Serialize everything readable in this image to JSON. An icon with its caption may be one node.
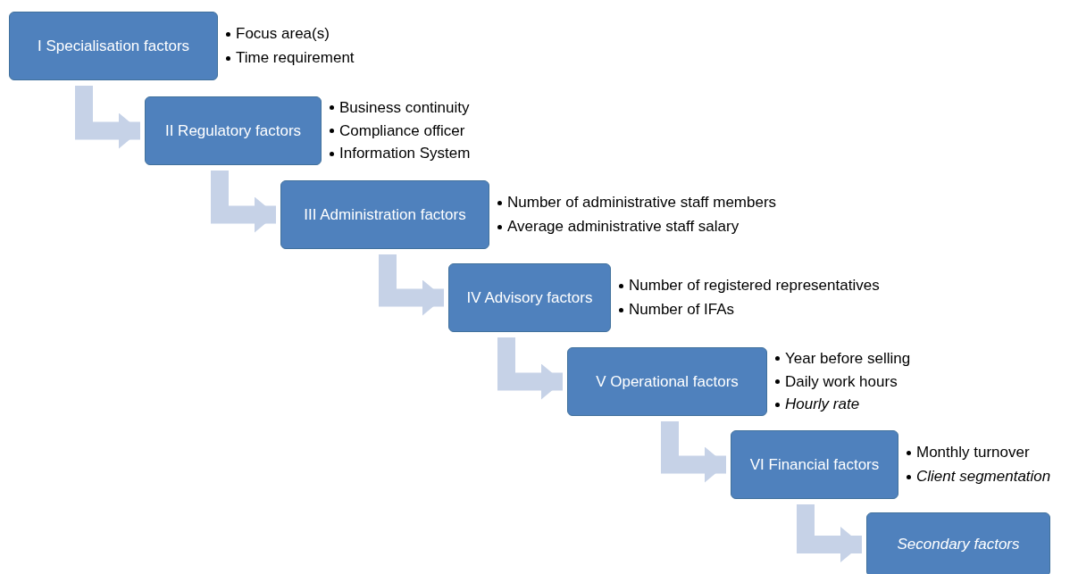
{
  "diagram": {
    "nodes": [
      {
        "text": [
          "I Specialisation factors"
        ],
        "beside": [
          "Focus area(s)",
          "Time requirement"
        ]
      },
      {
        "text": [
          "II Regulatory factors"
        ],
        "beside": [
          "Business continuity",
          "Compliance officer",
          "Information System"
        ]
      },
      {
        "text": [
          "III Administration factors"
        ],
        "beside": [
          "Number of administrative staff members",
          "Average administrative staff salary"
        ]
      },
      {
        "text": [
          "IV Advisory factors"
        ],
        "beside": [
          "Number of registered representatives",
          "Number of IFAs"
        ]
      },
      {
        "text": [
          "V Operational factors"
        ],
        "beside": [
          "Year before selling",
          "Daily work hours",
          "*Hourly rate*"
        ]
      },
      {
        "text": [
          "VI Financial factors"
        ],
        "beside": [
          "Monthly turnover",
          "*Client segmentation*"
        ]
      },
      {
        "text": [
          "Secondary factors"
        ]
      }
    ],
    "edges": [
      {
        "from": 0,
        "to": 1,
        "arrow": "to"
      },
      {
        "from": 1,
        "to": 2,
        "arrow": "to"
      },
      {
        "from": 2,
        "to": 3,
        "arrow": "to"
      },
      {
        "from": 3,
        "to": 4,
        "arrow": "to"
      },
      {
        "from": 4,
        "to": 5,
        "arrow": "to"
      },
      {
        "from": 5,
        "to": 6,
        "arrow": "to"
      }
    ]
  }
}
